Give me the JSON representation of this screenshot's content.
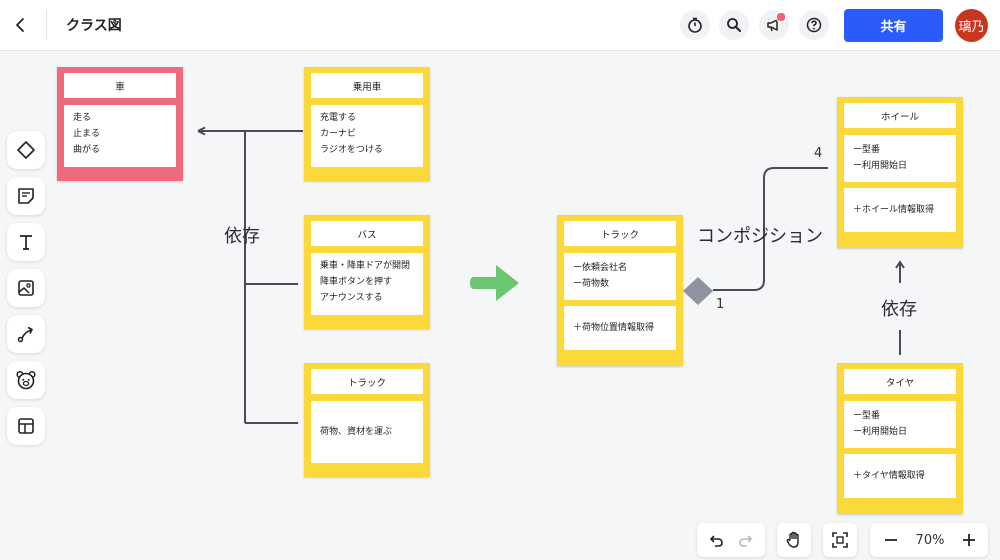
{
  "header": {
    "title": "クラス図",
    "share_label": "共有",
    "avatar_text": "璃乃"
  },
  "toolbar": {
    "tools": [
      "shape-tool",
      "sticky-note-tool",
      "text-tool",
      "image-tool",
      "connector-tool",
      "stamp-tool",
      "template-tool"
    ]
  },
  "cards": {
    "car": {
      "name": "車",
      "lines": [
        "走る",
        "止まる",
        "曲がる"
      ]
    },
    "passenger": {
      "name": "乗用車",
      "lines": [
        "充電する",
        "カーナビ",
        "ラジオをつける"
      ]
    },
    "bus": {
      "name": "バス",
      "lines": [
        "乗車・降車ドアが開閉",
        "降車ボタンを押す",
        "アナウンスする"
      ]
    },
    "truck_left": {
      "name": "トラック",
      "lines": [
        "荷物、資材を運ぶ"
      ]
    },
    "truck_center": {
      "name": "トラック",
      "attrs": [
        "ー依頼会社名",
        "ー荷物数"
      ],
      "ops": [
        "＋荷物位置情報取得"
      ]
    },
    "wheel": {
      "name": "ホイール",
      "attrs": [
        "ー型番",
        "ー利用開始日"
      ],
      "ops": [
        "＋ホイール情報取得"
      ]
    },
    "tire": {
      "name": "タイヤ",
      "attrs": [
        "ー型番",
        "ー利用開始日"
      ],
      "ops": [
        "＋タイヤ情報取得"
      ]
    }
  },
  "labels": {
    "dependency_left": "依存",
    "composition": "コンポジション",
    "dependency_right": "依存",
    "mult_4": "4",
    "mult_1": "1"
  },
  "zoom": {
    "level": "70%"
  },
  "colors": {
    "accent": "#2c5bfb",
    "sticky_yellow": "#fcd93a",
    "sticky_red": "#ef6b7b",
    "arrow_green": "#6cc56f",
    "connector": "#4a4a58"
  }
}
